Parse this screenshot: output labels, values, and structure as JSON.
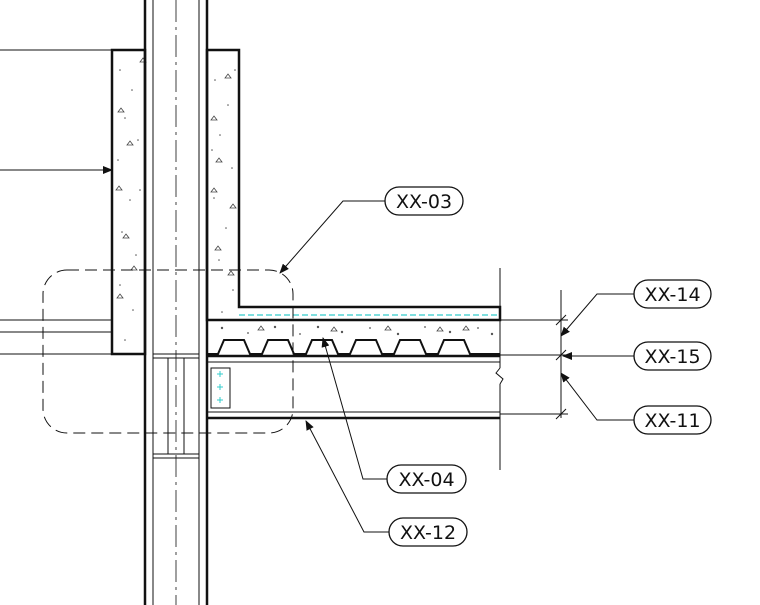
{
  "callouts": {
    "xx03": "XX-03",
    "xx04": "XX-04",
    "xx12": "XX-12",
    "xx14": "XX-14",
    "xx15": "XX-15",
    "xx11": "XX-11"
  },
  "colors": {
    "line": "#111111",
    "concrete_fill": "#ffffff",
    "membrane": "#33cccc",
    "background": "#ffffff"
  }
}
